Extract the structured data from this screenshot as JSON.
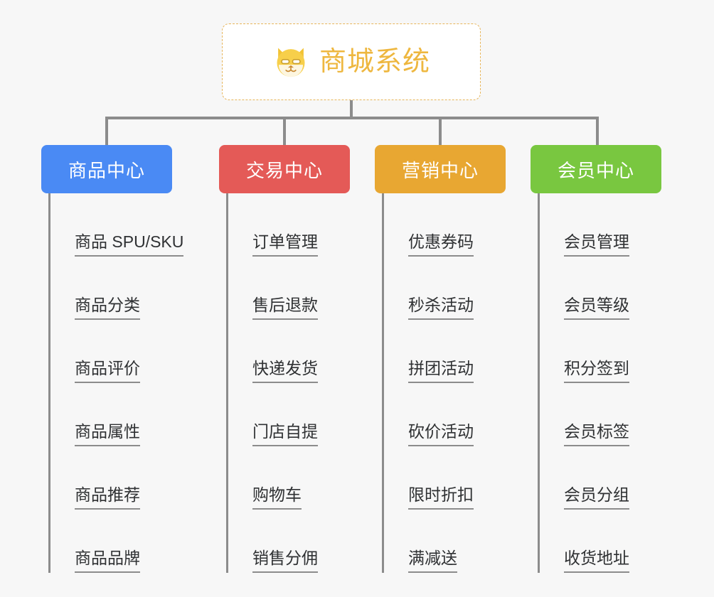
{
  "background_color": "#f7f7f7",
  "root": {
    "title": "商城系统",
    "icon": "shiba-dog-face-icon",
    "text_color": "#eeb73f",
    "border_color": "#e7b55a",
    "background_color": "#ffffff"
  },
  "connector_color": "#8c8c8c",
  "branches": [
    {
      "label": "商品中心",
      "color": "#4a8af4",
      "items": [
        "商品 SPU/SKU",
        "商品分类",
        "商品评价",
        "商品属性",
        "商品推荐",
        "商品品牌"
      ]
    },
    {
      "label": "交易中心",
      "color": "#e45a57",
      "items": [
        "订单管理",
        "售后退款",
        "快递发货",
        "门店自提",
        "购物车",
        "销售分佣"
      ]
    },
    {
      "label": "营销中心",
      "color": "#e8a732",
      "items": [
        "优惠券码",
        "秒杀活动",
        "拼团活动",
        "砍价活动",
        "限时折扣",
        "满减送"
      ]
    },
    {
      "label": "会员中心",
      "color": "#79c740",
      "items": [
        "会员管理",
        "会员等级",
        "积分签到",
        "会员标签",
        "会员分组",
        "收货地址"
      ]
    }
  ]
}
